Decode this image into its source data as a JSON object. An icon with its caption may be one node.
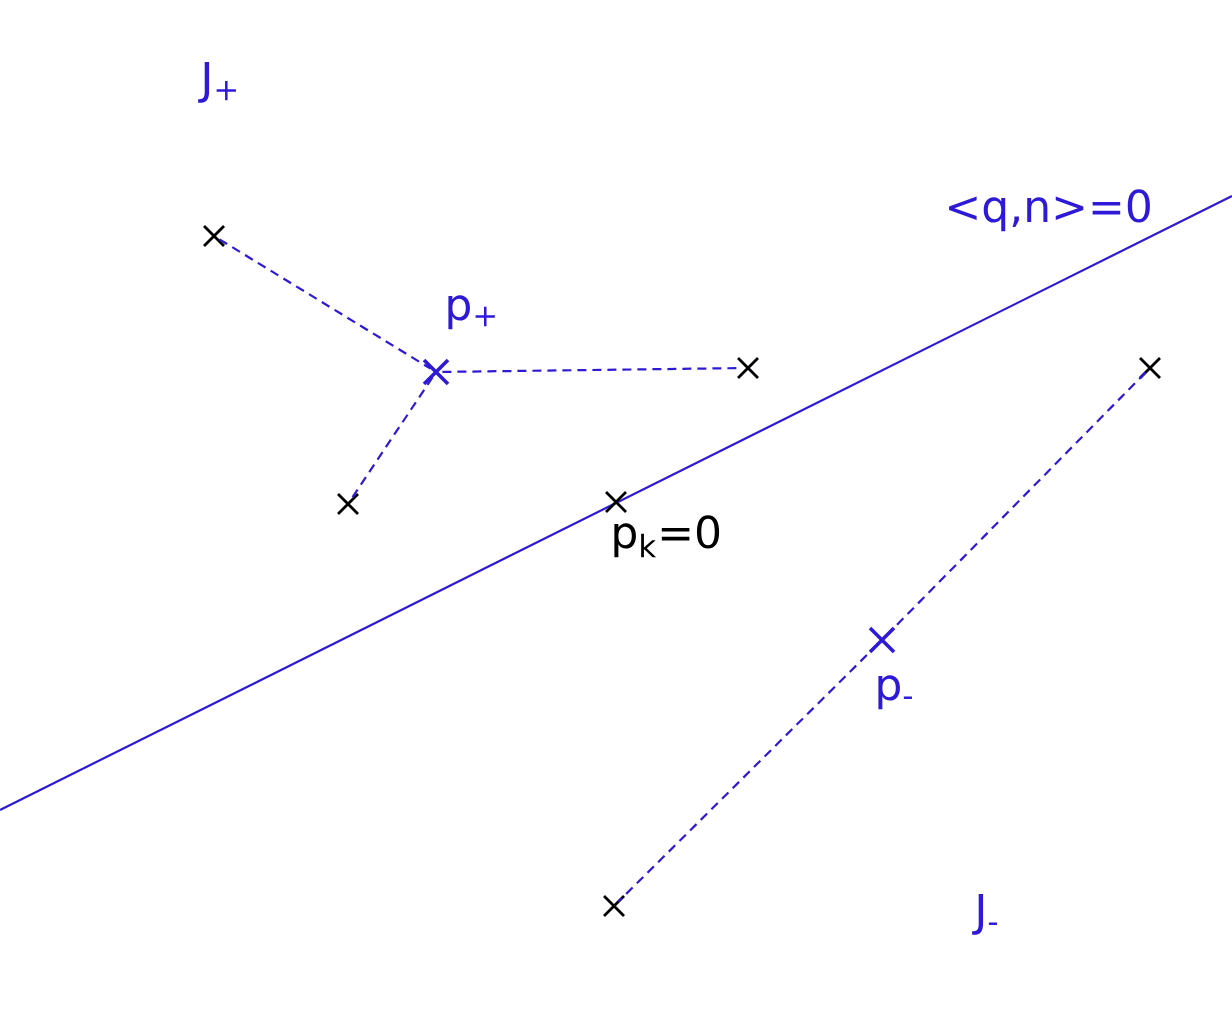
{
  "diagram": {
    "nodes": [
      {
        "text": [],
        "shape": "cross"
      },
      {
        "text": [],
        "shape": "cross",
        "beside": [
          "p$_{+}$"
        ]
      },
      {
        "text": [],
        "shape": "cross"
      },
      {
        "text": [],
        "shape": "cross"
      },
      {
        "text": [],
        "shape": "cross",
        "beside": [
          "p$_{k}$=0"
        ]
      },
      {
        "text": [],
        "shape": "cross"
      },
      {
        "text": [],
        "shape": "cross",
        "beside": [
          "p$_{-}$"
        ]
      },
      {
        "text": [],
        "shape": "cross"
      }
    ],
    "edges": [
      {
        "from": 0,
        "to": 1,
        "arrow": "none",
        "style": "dashed"
      },
      {
        "from": 1,
        "to": 2,
        "arrow": "none",
        "style": "dashed"
      },
      {
        "from": 1,
        "to": 3,
        "arrow": "none",
        "style": "dashed"
      },
      {
        "from": 6,
        "to": 5,
        "arrow": "none",
        "style": "dashed"
      },
      {
        "from": 6,
        "to": 7,
        "arrow": "none",
        "style": "dashed"
      }
    ],
    "labels": [
      "J$_{+}$",
      "<q,n>=0",
      "J$_{-}$"
    ]
  }
}
